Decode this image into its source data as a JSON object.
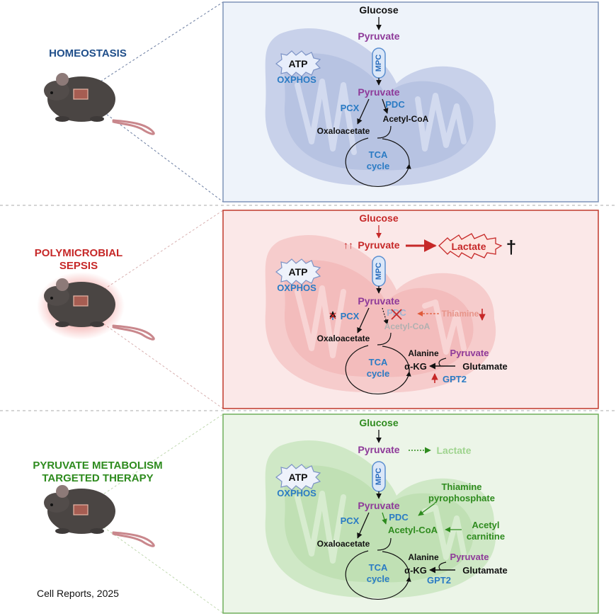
{
  "footer": {
    "citation": "Cell Reports, 2025"
  },
  "panels": [
    {
      "id": "homeostasis",
      "title": [
        "HOMEOSTASIS"
      ],
      "title_color": "#1f4e8a",
      "glucose": "Glucose",
      "pyruvate_top": "Pyruvate",
      "mpc": "MPC",
      "atp": "ATP",
      "oxphos": "OXPHOS",
      "pyruvate_mito": "Pyruvate",
      "pcx": "PCX",
      "pdc": "PDC",
      "acetyl_coa": "Acetyl-CoA",
      "oxaloacetate": "Oxaloacetate",
      "tca": [
        "TCA",
        "cycle"
      ]
    },
    {
      "id": "sepsis",
      "title": [
        "POLYMICROBIAL",
        "SEPSIS"
      ],
      "title_color": "#c62828",
      "glucose": "Glucose",
      "pyruvate_up": "↑↑",
      "pyruvate_top": "Pyruvate",
      "lactate": "Lactate",
      "death": "†",
      "mpc": "MPC",
      "atp": "ATP",
      "oxphos": "OXPHOS",
      "pyruvate_mito": "Pyruvate",
      "pcx": "PCX",
      "pdc": "PDC",
      "thiamine": "Thiamine",
      "acetyl_coa": "Acetyl-CoA",
      "oxaloacetate": "Oxaloacetate",
      "tca": [
        "TCA",
        "cycle"
      ],
      "alanine": "Alanine",
      "pyruvate_side": "Pyruvate",
      "akg": "α-KG",
      "glutamate": "Glutamate",
      "gpt2": "GPT2"
    },
    {
      "id": "therapy",
      "title": [
        "PYRUVATE METABOLISM",
        "TARGETED THERAPY"
      ],
      "title_color": "#2e8b1e",
      "glucose": "Glucose",
      "pyruvate_top": "Pyruvate",
      "lactate": "Lactate",
      "mpc": "MPC",
      "atp": "ATP",
      "oxphos": "OXPHOS",
      "thiamine_pp": [
        "Thiamine",
        "pyrophosphate"
      ],
      "pyruvate_mito": "Pyruvate",
      "pcx": "PCX",
      "pdc": "PDC",
      "acetyl_coa": "Acetyl-CoA",
      "acetyl_carnitine": [
        "Acetyl",
        "carnitine"
      ],
      "oxaloacetate": "Oxaloacetate",
      "tca": [
        "TCA",
        "cycle"
      ],
      "alanine": "Alanine",
      "pyruvate_side": "Pyruvate",
      "akg": "α-KG",
      "glutamate": "Glutamate",
      "gpt2": "GPT2"
    }
  ]
}
